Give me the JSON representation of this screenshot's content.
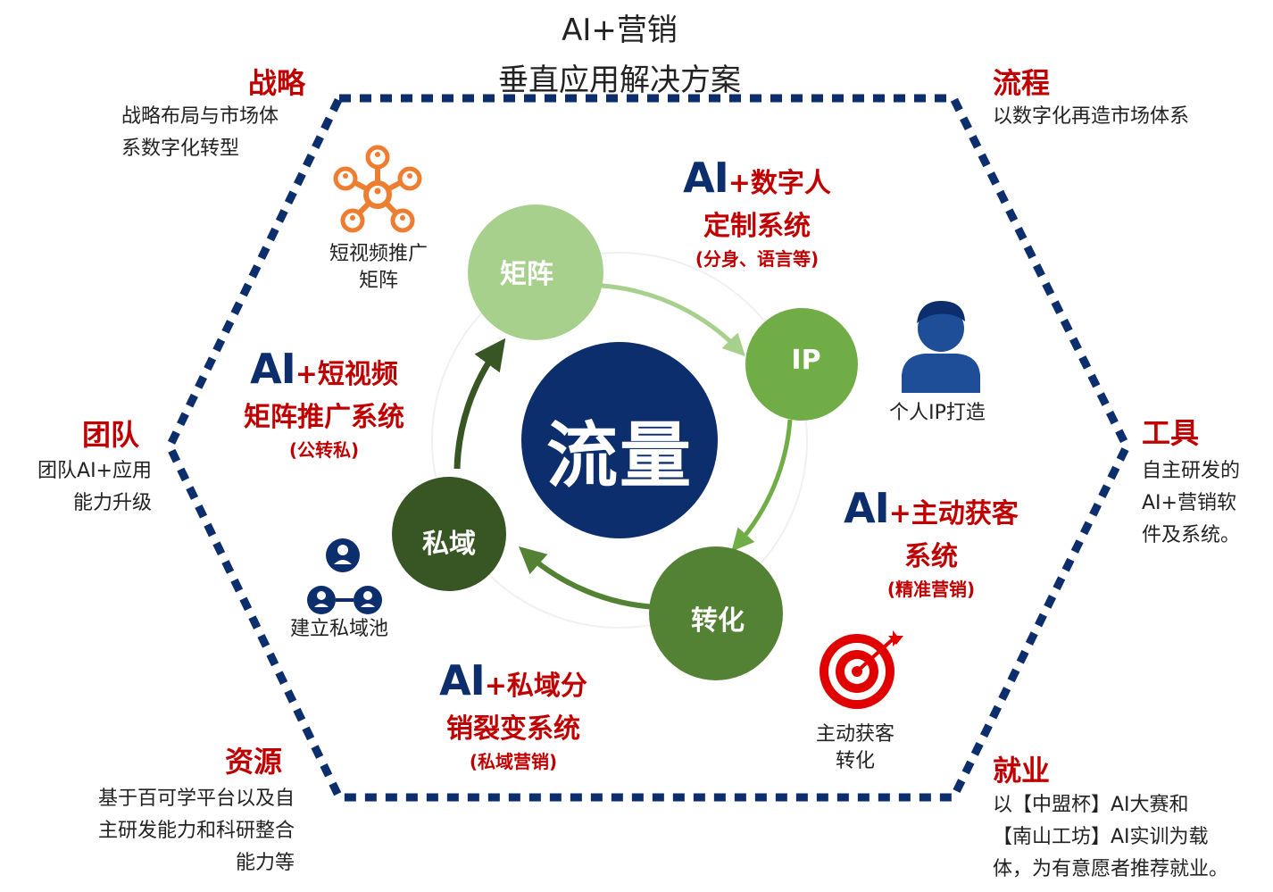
{
  "title": {
    "line1": "AI+营销",
    "line2": "垂直应用解决方案"
  },
  "corners": {
    "strategy": {
      "heading": "战略",
      "lines": [
        "战略布局与市场体",
        "系数字化转型"
      ]
    },
    "process": {
      "heading": "流程",
      "lines": [
        "以数字化再造市场体系"
      ]
    },
    "team": {
      "heading": "团队",
      "lines": [
        "团队AI+应用",
        "能力升级"
      ]
    },
    "tools": {
      "heading": "工具",
      "lines": [
        "自主研发的",
        "AI+营销软",
        "件及系统。"
      ]
    },
    "resources": {
      "heading": "资源",
      "lines": [
        "基于百可学平台以及自",
        "主研发能力和科研整合",
        "能力等"
      ]
    },
    "employment": {
      "heading": "就业",
      "lines": [
        "以【中盟杯】AI大赛和",
        "【南山工坊】AI实训为载",
        "体，为有意愿者推荐就业。"
      ]
    }
  },
  "systems": {
    "digital_human": {
      "ai": "AI",
      "plus": "+数字人",
      "line2": "定制系统",
      "line3": "(分身、语言等)"
    },
    "short_video": {
      "ai": "AI",
      "plus": "+短视频",
      "line2": "矩阵推广系统",
      "line3": "(公转私)"
    },
    "acquisition": {
      "ai": "AI",
      "plus": "+主动获客",
      "line2": "系统",
      "line3": "(精准营销)"
    },
    "private_domain": {
      "ai": "AI",
      "plus": "+私域分",
      "line2": "销裂变系统",
      "line3": "(私域营销)"
    }
  },
  "icons": {
    "matrix": {
      "icon": "network-people-icon",
      "lines": [
        "短视频推广",
        "矩阵"
      ]
    },
    "ip": {
      "icon": "person-icon",
      "lines": [
        "个人IP打造"
      ]
    },
    "pool": {
      "icon": "people-group-icon",
      "lines": [
        "建立私域池"
      ]
    },
    "target": {
      "icon": "target-icon",
      "lines": [
        "主动获客",
        "转化"
      ]
    }
  },
  "cycle": {
    "center": "流量",
    "nodes": {
      "matrix": "矩阵",
      "ip": "IP",
      "conversion": "转化",
      "private": "私域"
    }
  },
  "colors": {
    "navy": "#0d2e6c",
    "red": "#c00000",
    "orange": "#ed7d31",
    "green_light": "#a8d08d",
    "green_mid": "#70ad47",
    "green_dark": "#548235",
    "green_darkest": "#375623"
  }
}
